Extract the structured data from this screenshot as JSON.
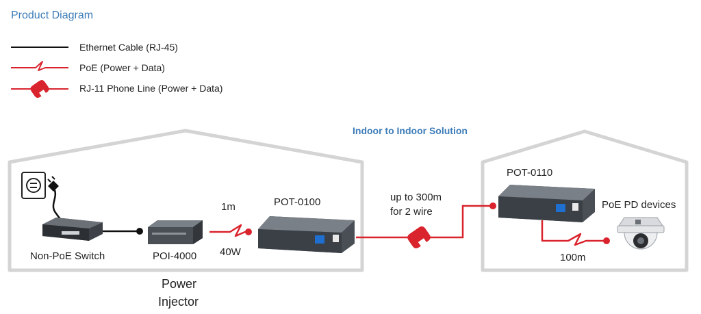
{
  "title": "Product Diagram",
  "legend": [
    {
      "label": "Ethernet Cable (RJ-45)",
      "style": "ethernet"
    },
    {
      "label": "PoE (Power + Data)",
      "style": "poe"
    },
    {
      "label": "RJ-11 Phone Line (Power + Data)",
      "style": "phone"
    }
  ],
  "solution_title": "Indoor to Indoor Solution",
  "devices": {
    "switch_label": "Non-PoE Switch",
    "injector_label": "POI-4000",
    "pot0100_label": "POT-0100",
    "pot0110_label": "POT-0110",
    "pd_label": "PoE PD devices",
    "power_injector_line1": "Power",
    "power_injector_line2": "Injector"
  },
  "links": {
    "poe_length": "1m",
    "poe_power": "40W",
    "phone_distance_line1": "up to 300m",
    "phone_distance_line2": "for 2 wire",
    "pd_distance": "100m"
  },
  "colors": {
    "ethernet": "#111111",
    "poe": "#d9232d",
    "house_outline": "#d4d4d4",
    "title_blue": "#3d7cb8",
    "device_body": "#4a4f55"
  }
}
